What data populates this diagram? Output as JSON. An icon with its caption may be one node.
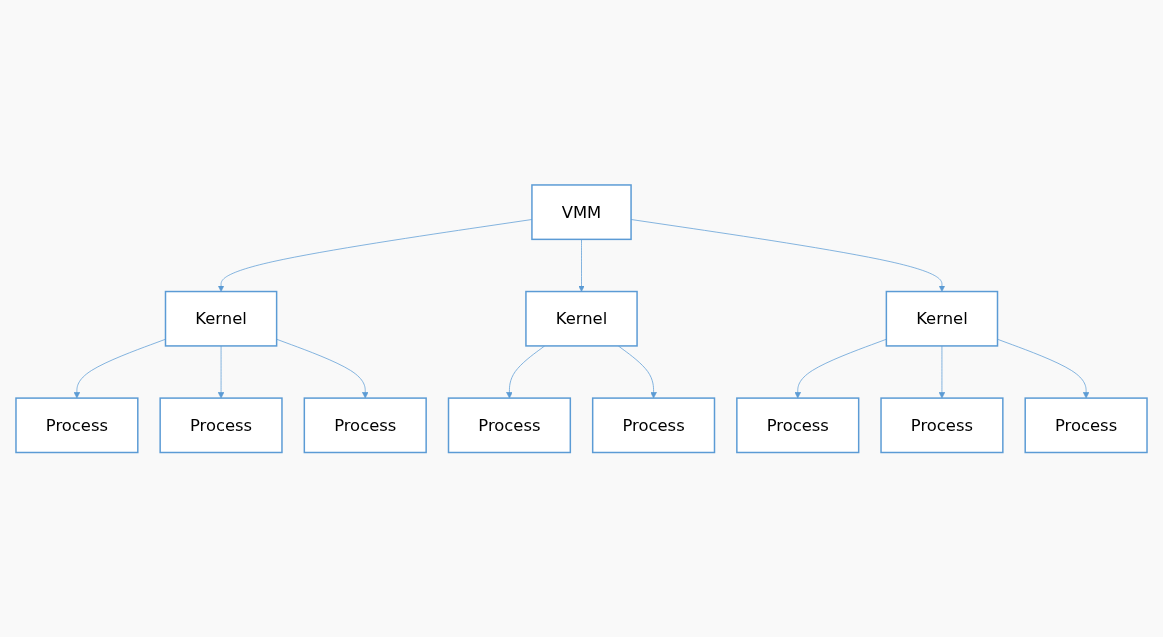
{
  "diagram": {
    "nodes": [
      {
        "text": [
          "VMM"
        ]
      },
      {
        "text": [
          "Kernel"
        ]
      },
      {
        "text": [
          "Kernel"
        ]
      },
      {
        "text": [
          "Kernel"
        ]
      },
      {
        "text": [
          "Process"
        ]
      },
      {
        "text": [
          "Process"
        ]
      },
      {
        "text": [
          "Process"
        ]
      },
      {
        "text": [
          "Process"
        ]
      },
      {
        "text": [
          "Process"
        ]
      },
      {
        "text": [
          "Process"
        ]
      },
      {
        "text": [
          "Process"
        ]
      },
      {
        "text": [
          "Process"
        ]
      }
    ],
    "edges": [
      {
        "from": 0,
        "to": 1,
        "arrow": "to"
      },
      {
        "from": 0,
        "to": 2,
        "arrow": "to"
      },
      {
        "from": 0,
        "to": 3,
        "arrow": "to"
      },
      {
        "from": 1,
        "to": 4,
        "arrow": "to"
      },
      {
        "from": 1,
        "to": 5,
        "arrow": "to"
      },
      {
        "from": 1,
        "to": 6,
        "arrow": "to"
      },
      {
        "from": 2,
        "to": 7,
        "arrow": "to"
      },
      {
        "from": 2,
        "to": 8,
        "arrow": "to"
      },
      {
        "from": 3,
        "to": 9,
        "arrow": "to"
      },
      {
        "from": 3,
        "to": 10,
        "arrow": "to"
      },
      {
        "from": 3,
        "to": 11,
        "arrow": "to"
      }
    ]
  }
}
